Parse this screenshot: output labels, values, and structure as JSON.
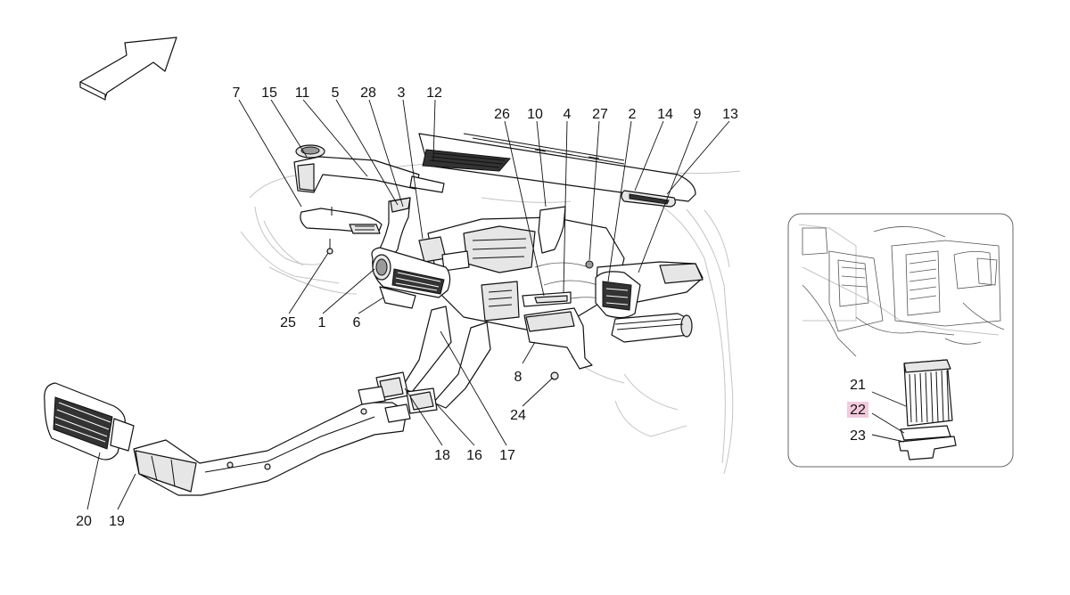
{
  "diagram": {
    "callouts": {
      "c1": "1",
      "c2": "2",
      "c3": "3",
      "c4": "4",
      "c5": "5",
      "c6": "6",
      "c7": "7",
      "c8": "8",
      "c9": "9",
      "c10": "10",
      "c11": "11",
      "c12": "12",
      "c13": "13",
      "c14": "14",
      "c15": "15",
      "c16": "16",
      "c17": "17",
      "c18": "18",
      "c19": "19",
      "c20": "20",
      "c21": "21",
      "c22": "22",
      "c23": "23",
      "c24": "24",
      "c25": "25",
      "c26": "26",
      "c27": "27",
      "c28": "28"
    },
    "highlighted_callout": "22",
    "highlight_color": "#f3c9dc"
  }
}
